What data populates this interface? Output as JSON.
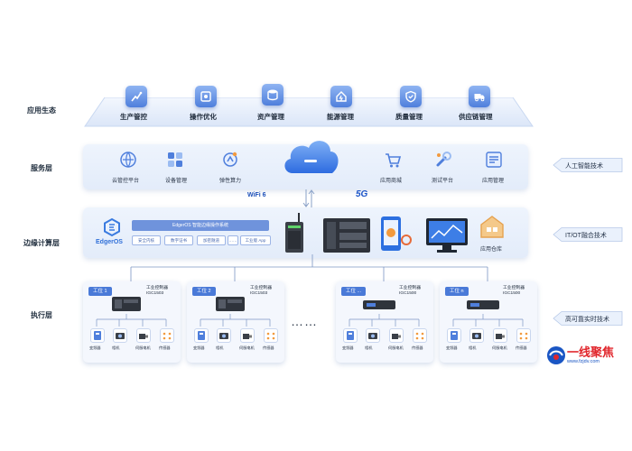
{
  "layers": {
    "ecosystem": "应用生态",
    "service": "服务层",
    "edge": "边缘计算层",
    "execution": "执行层"
  },
  "ecosystem_items": [
    "生产管控",
    "操作优化",
    "资产管理",
    "能源管理",
    "质量管理",
    "供应链管理"
  ],
  "service_left": [
    "云管控平台",
    "设备管理",
    "弹性算力"
  ],
  "service_right": [
    "应用商城",
    "测试平台",
    "应用管理"
  ],
  "network": {
    "wifi": "WiFi 6",
    "fiveg": "5G"
  },
  "edgeos": {
    "logo": "EdgerOS",
    "title": "EdgerOS 智能边缘操作系统",
    "chips": [
      "安全内核",
      "数字证书",
      "加密隧道",
      "……",
      "工业版 App"
    ]
  },
  "edge_app_store": "应用仓库",
  "right_tags": [
    "人工智能技术",
    "IT/OT融合技术",
    "高可靠实时技术"
  ],
  "workstations": [
    {
      "tag": "工位 1",
      "ctrl1": "工业控制器",
      "ctrl2": "IGC1503"
    },
    {
      "tag": "工位 2",
      "ctrl1": "工业控制器",
      "ctrl2": "IGC1503"
    },
    {
      "tag": "工位 ...",
      "ctrl1": "工业控制器",
      "ctrl2": "IGC1500"
    },
    {
      "tag": "工位 n",
      "ctrl1": "工业控制器",
      "ctrl2": "IGC1500"
    }
  ],
  "ws_devices": [
    "变频器",
    "相机",
    "伺服电机",
    "传感器"
  ],
  "ellipsis": "……",
  "watermark": {
    "brand": "一线聚焦",
    "url": "www.fzjdv.com"
  },
  "colors": {
    "accent": "#4a7ad8",
    "band": "#e8effb",
    "brand_red": "#e1262c"
  }
}
